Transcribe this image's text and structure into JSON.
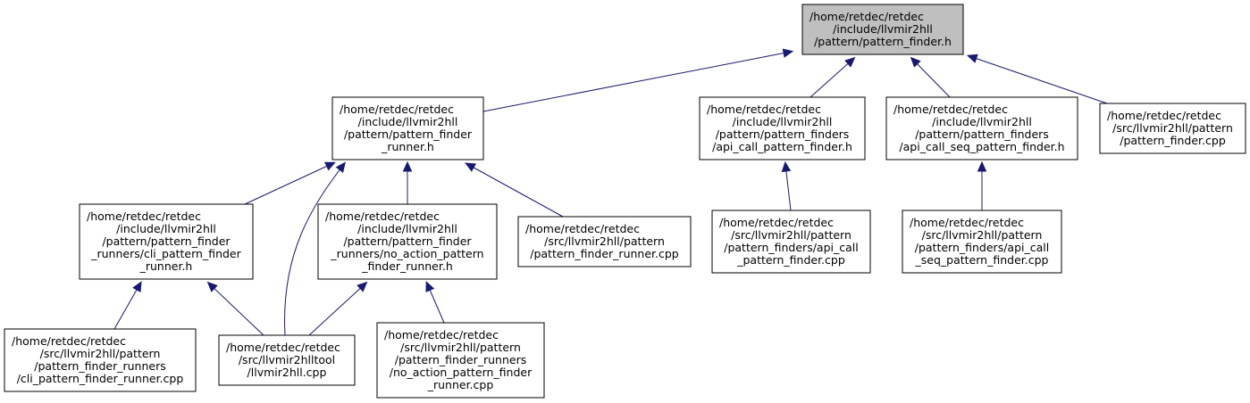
{
  "graph": {
    "colors": {
      "edge": "#191970",
      "root_fill": "#bfbfbf",
      "node_fill": "#ffffff",
      "border": "#000000"
    },
    "nodes": [
      {
        "id": "pf_h",
        "root": true,
        "lines": [
          "/home/retdec/retdec",
          "/include/llvmir2hll",
          "/pattern/pattern_finder.h"
        ]
      },
      {
        "id": "pfr_h",
        "lines": [
          "/home/retdec/retdec",
          "/include/llvmir2hll",
          "/pattern/pattern_finder",
          "_runner.h"
        ]
      },
      {
        "id": "api_h",
        "lines": [
          "/home/retdec/retdec",
          "/include/llvmir2hll",
          "/pattern/pattern_finders",
          "/api_call_pattern_finder.h"
        ]
      },
      {
        "id": "apiseq_h",
        "lines": [
          "/home/retdec/retdec",
          "/include/llvmir2hll",
          "/pattern/pattern_finders",
          "/api_call_seq_pattern_finder.h"
        ]
      },
      {
        "id": "pf_cpp",
        "lines": [
          "/home/retdec/retdec",
          "/src/llvmir2hll/pattern",
          "/pattern_finder.cpp"
        ]
      },
      {
        "id": "cli_h",
        "lines": [
          "/home/retdec/retdec",
          "/include/llvmir2hll",
          "/pattern/pattern_finder",
          "_runners/cli_pattern_finder",
          "_runner.h"
        ]
      },
      {
        "id": "noact_h",
        "lines": [
          "/home/retdec/retdec",
          "/include/llvmir2hll",
          "/pattern/pattern_finder",
          "_runners/no_action_pattern",
          "_finder_runner.h"
        ]
      },
      {
        "id": "pfr_cpp",
        "lines": [
          "/home/retdec/retdec",
          "/src/llvmir2hll/pattern",
          "/pattern_finder_runner.cpp"
        ]
      },
      {
        "id": "api_cpp",
        "lines": [
          "/home/retdec/retdec",
          "/src/llvmir2hll/pattern",
          "/pattern_finders/api_call",
          "_pattern_finder.cpp"
        ]
      },
      {
        "id": "apiseq_cpp",
        "lines": [
          "/home/retdec/retdec",
          "/src/llvmir2hll/pattern",
          "/pattern_finders/api_call",
          "_seq_pattern_finder.cpp"
        ]
      },
      {
        "id": "cli_cpp",
        "lines": [
          "/home/retdec/retdec",
          "/src/llvmir2hll/pattern",
          "/pattern_finder_runners",
          "/cli_pattern_finder_runner.cpp"
        ]
      },
      {
        "id": "llvm_cpp",
        "lines": [
          "/home/retdec/retdec",
          "/src/llvmir2hlltool",
          "/llvmir2hll.cpp"
        ]
      },
      {
        "id": "noact_cpp",
        "lines": [
          "/home/retdec/retdec",
          "/src/llvmir2hll/pattern",
          "/pattern_finder_runners",
          "/no_action_pattern_finder",
          "_runner.cpp"
        ]
      }
    ],
    "edges": [
      {
        "from": "pfr_h",
        "to": "pf_h"
      },
      {
        "from": "api_h",
        "to": "pf_h"
      },
      {
        "from": "apiseq_h",
        "to": "pf_h"
      },
      {
        "from": "pf_cpp",
        "to": "pf_h"
      },
      {
        "from": "cli_h",
        "to": "pfr_h"
      },
      {
        "from": "llvm_cpp",
        "to": "pfr_h"
      },
      {
        "from": "noact_h",
        "to": "pfr_h"
      },
      {
        "from": "pfr_cpp",
        "to": "pfr_h"
      },
      {
        "from": "api_cpp",
        "to": "api_h"
      },
      {
        "from": "apiseq_cpp",
        "to": "apiseq_h"
      },
      {
        "from": "cli_cpp",
        "to": "cli_h"
      },
      {
        "from": "llvm_cpp",
        "to": "cli_h"
      },
      {
        "from": "llvm_cpp",
        "to": "noact_h"
      },
      {
        "from": "noact_cpp",
        "to": "noact_h"
      }
    ]
  }
}
